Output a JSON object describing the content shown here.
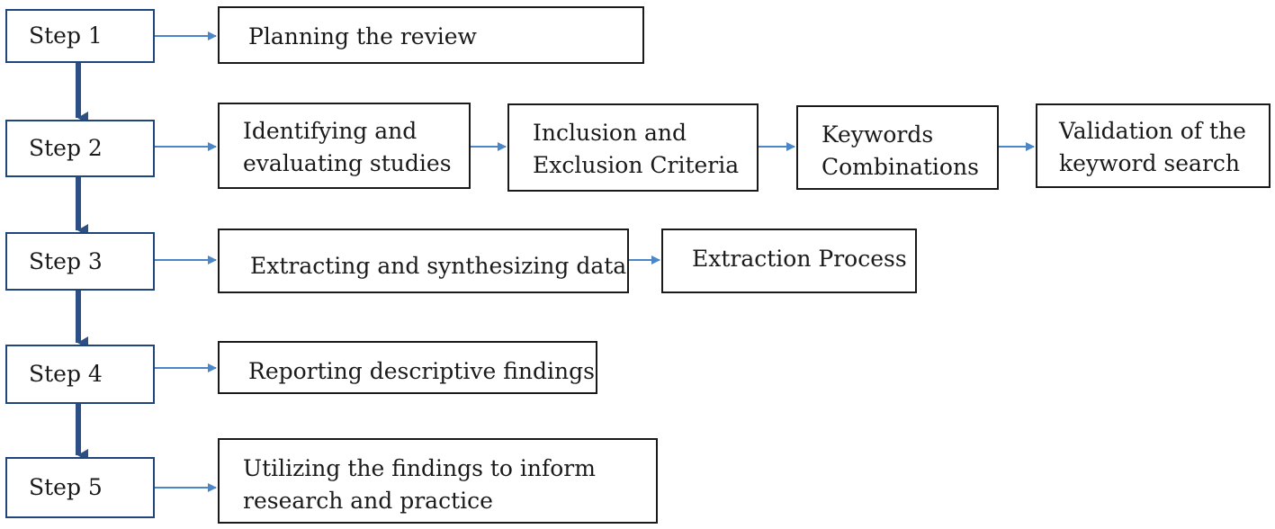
{
  "steps": [
    {
      "label": "Step 1",
      "boxes": [
        [
          "Planning the review"
        ]
      ]
    },
    {
      "label": "Step 2",
      "boxes": [
        [
          "Identifying and",
          "evaluating studies"
        ],
        [
          "Inclusion and",
          "Exclusion Criteria"
        ],
        [
          "Keywords",
          "Combinations"
        ],
        [
          "Validation of the",
          "keyword search"
        ]
      ]
    },
    {
      "label": "Step 3",
      "boxes": [
        [
          "Extracting and synthesizing data"
        ],
        [
          "Extraction Process"
        ]
      ]
    },
    {
      "label": "Step 4",
      "boxes": [
        [
          "Reporting descriptive findings"
        ]
      ]
    },
    {
      "label": "Step 5",
      "boxes": [
        [
          "Utilizing the findings to inform",
          "research and practice"
        ]
      ]
    }
  ],
  "colors": {
    "step_border": "#20457a",
    "down_arrow": "#2c4f86",
    "right_arrow": "#4a86c8"
  }
}
